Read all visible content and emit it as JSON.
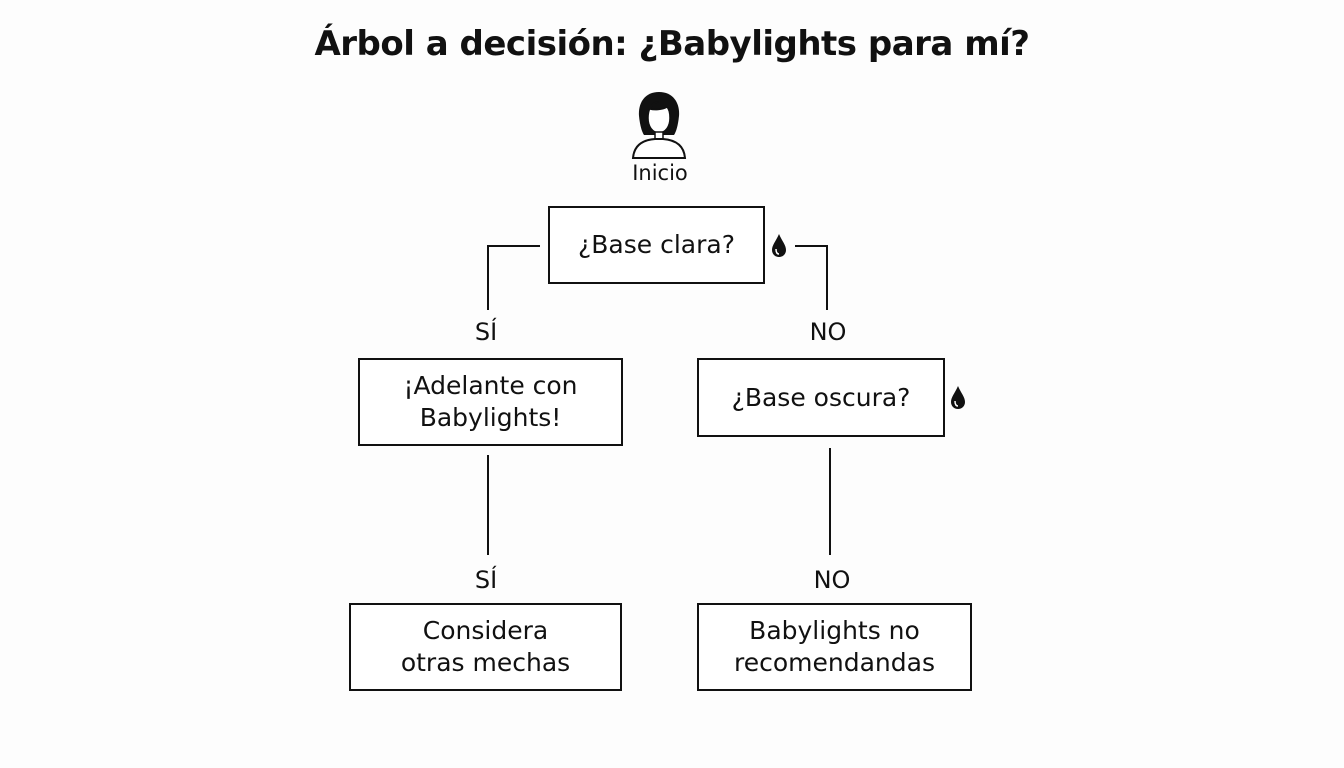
{
  "title": "Árbol a decisión: ¿Babylights para mí?",
  "start": {
    "icon": "woman-avatar-icon",
    "label": "Inicio"
  },
  "nodes": {
    "base_clara": {
      "lines": [
        "¿Base clara?"
      ],
      "icon": "drop-icon"
    },
    "adelante": {
      "lines": [
        "¡Adelante con",
        "Babylights!"
      ]
    },
    "base_oscura": {
      "lines": [
        "¿Base oscura?"
      ],
      "icon": "drop-icon"
    },
    "considera": {
      "lines": [
        "Considera",
        "otras mechas"
      ]
    },
    "no_recomendadas": {
      "lines": [
        "Babylights no",
        "recomendandas"
      ]
    }
  },
  "branches": {
    "si_1": "SÍ",
    "no_1": "NO",
    "si_2": "SÍ",
    "no_2": "NO"
  },
  "colors": {
    "stroke": "#111111",
    "background": "#fdfdfd"
  }
}
